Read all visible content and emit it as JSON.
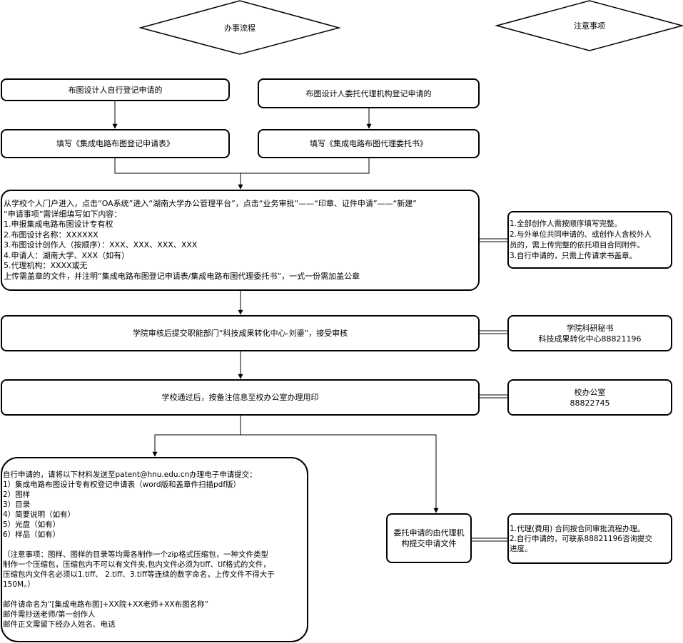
{
  "diagram": {
    "headers": {
      "process": "办事流程",
      "notes": "注意事项"
    },
    "branches": {
      "self_apply": "布图设计人自行登记申请的",
      "agency_apply": "布图设计人委托代理机构登记申请的",
      "self_form": "填写《集成电路布图登记申请表》",
      "agency_form": "填写《集成电路布图代理委托书》"
    },
    "oa_step": {
      "lines": [
        "从学校个人门户进入，点击“OA系统”进入“湖南大学办公管理平台”，点击“业务审批”——“印章、证件申请”——“新建”",
        "“申请事项”需详细填写如下内容：",
        "1.申报集成电路布图设计专有权",
        "2.布图设计名称：XXXXXX",
        "3.布图设计创作人（按顺序）：XXX、XXX、XXX、XXX",
        "4.申请人：湖南大学、XXX（如有）",
        "5.代理机构：XXXX或无",
        "上传需盖章的文件，并注明“集成电路布图登记申请表/集成电路布图代理委托书”，一式一份需加盖公章"
      ]
    },
    "oa_note": {
      "lines": [
        "1.全部创作人需按顺序填写完整。",
        "2.与外单位共同申请的、或创作人含校外人",
        "员的，需上传完整的依托项目合同附件。",
        "3.自行申请的，只需上传请求书盖章。"
      ]
    },
    "college_review": {
      "text": "学院审核后提交职能部门“科技成果转化中心-刘鎏”，接受审核"
    },
    "college_contact": {
      "lines": [
        "学院科研秘书",
        "科技成果转化中心88821196"
      ]
    },
    "school_seal": {
      "text": "学校通过后，按备注信息至校办公室办理用印"
    },
    "office_contact": {
      "lines": [
        "校办公室",
        "88822745"
      ]
    },
    "self_submit": {
      "lines": [
        " 自行申请的，请将以下材料发送至patent@hnu.edu.cn办理电子申请提交：",
        "1）集成电路布图设计专有权登记申请表（word版和盖章件扫描pdf版）",
        "2）图样",
        "3）目录",
        "4）简要说明（如有）",
        "5）光盘（如有）",
        "6）样品（如有）",
        "",
        " （注意事项：图样、图样的目录等均需各制作一个zip格式压缩包，一种文件类型",
        "制作一个压缩包，压缩包内不可以有文件夹,包内文件必须为tiff、tif格式的文件，",
        "压缩包内文件名必须以1.tiff、 2.tiff、3.tiff等连续的数字命名，上传文件不得大于",
        "150M。）",
        "",
        "  邮件请命名为“[集成电路布图]+XX院+XX老师+XX布图名称”",
        "  邮件需抄送老师/第一创作人",
        "  邮件正文需留下经办人姓名、电话"
      ]
    },
    "agency_submit": {
      "lines": [
        "委托申请的由代理机",
        "构提交申请文件"
      ]
    },
    "agency_note": {
      "lines": [
        "1.代理(费用) 合同按合同审批流程办理。",
        "2.自行申请的，可联系88821196咨询提交",
        "进度。"
      ]
    }
  }
}
